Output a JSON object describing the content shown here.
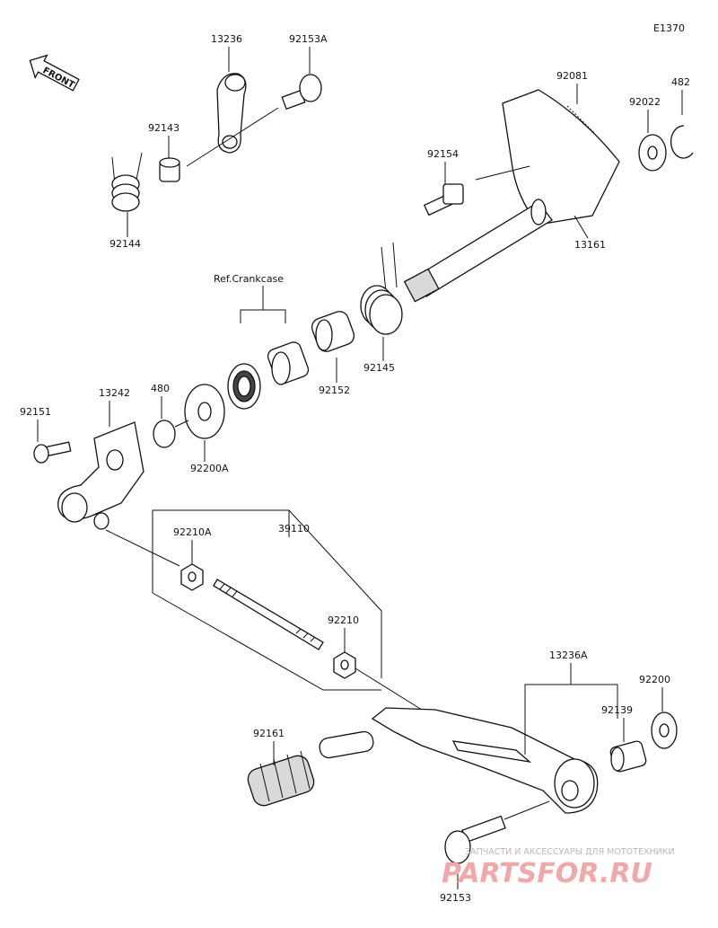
{
  "diagram_code": "E1370",
  "front_label": "FRONT",
  "ref_label": "Ref.Crankcase",
  "parts": {
    "p13236": "13236",
    "p92153A": "92153A",
    "p92143": "92143",
    "p92144": "92144",
    "p92081": "92081",
    "p482": "482",
    "p92022": "92022",
    "p92154": "92154",
    "p13161": "13161",
    "p92145": "92145",
    "p92152": "92152",
    "p480": "480",
    "p13242": "13242",
    "p92151": "92151",
    "p92200A": "92200A",
    "p39110": "39110",
    "p92210A": "92210A",
    "p92210": "92210",
    "p13236A": "13236A",
    "p92200": "92200",
    "p92139": "92139",
    "p92161": "92161",
    "p92153": "92153"
  },
  "watermark": {
    "text": "ЗАПЧАСТИ И АКСЕССУАРЫ ДЛЯ МОТОТЕХНИКИ",
    "logo": "PARTSFOR.RU"
  }
}
